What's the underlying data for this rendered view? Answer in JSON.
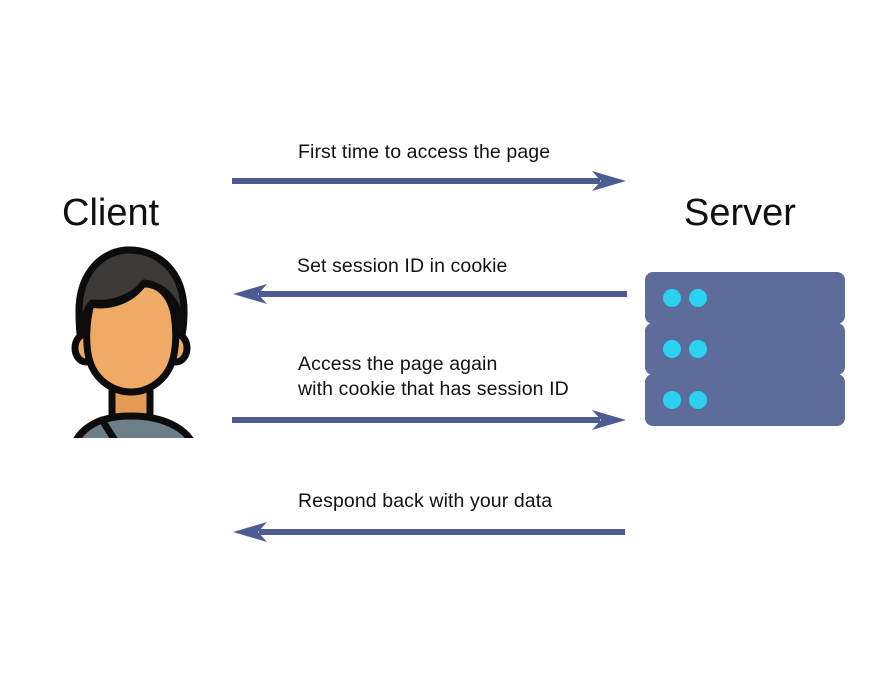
{
  "diagram": {
    "title_client": "Client",
    "title_server": "Server",
    "background_color": "#ffffff",
    "arrow_color": "#4C5B92",
    "text_color": "#121212"
  },
  "endpoints": {
    "client": {
      "label": "Client",
      "icon": "person-with-laptop-icon",
      "colors": {
        "hair": "#3E3A38",
        "skin": "#EFAB66",
        "shirt": "#6E7E88",
        "laptop": "#EEEEEE",
        "outline": "#0C0C0C"
      }
    },
    "server": {
      "label": "Server",
      "icon": "server-rack-icon",
      "units": 3,
      "leds_per_unit": 2,
      "colors": {
        "panel": "#5D6C9B",
        "connector": "#3F4E84",
        "led": "#2BD2F2"
      }
    }
  },
  "messages": [
    {
      "id": "msg-1",
      "label": "First time to access the page",
      "direction": "client-to-server",
      "arrow_color": "#4C5B92"
    },
    {
      "id": "msg-2",
      "label": "Set session ID in cookie",
      "direction": "server-to-client",
      "arrow_color": "#4C5B92"
    },
    {
      "id": "msg-3",
      "label": "Access the page again\nwith cookie that has session ID",
      "direction": "client-to-server",
      "arrow_color": "#4C5B92"
    },
    {
      "id": "msg-4",
      "label": "Respond back with your data",
      "direction": "server-to-client",
      "arrow_color": "#4C5B92"
    }
  ]
}
